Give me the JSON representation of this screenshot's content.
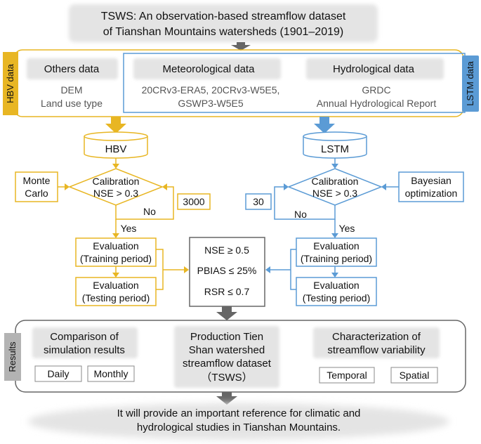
{
  "title": {
    "line1": "TSWS: An observation-based streamflow dataset",
    "line2": "of Tianshan Mountains watersheds (1901–2019)"
  },
  "side_labels": {
    "hbv_data": "HBV data",
    "lstm_data": "LSTM data",
    "results": "Results"
  },
  "data_sources": {
    "others": {
      "heading": "Others data",
      "line1": "DEM",
      "line2": "Land use type"
    },
    "meteorological": {
      "heading": "Meteorological data",
      "line1": "20CRv3-ERA5, 20CRv3-W5E5,",
      "line2": "GSWP3-W5E5"
    },
    "hydrological": {
      "heading": "Hydrological data",
      "line1": "GRDC",
      "line2": "Annual Hydrological Report"
    }
  },
  "hbv": {
    "model": "HBV",
    "calibration_line1": "Calibration",
    "calibration_line2": "NSE > 0.3",
    "method_line1": "Monte",
    "method_line2": "Carlo",
    "iterations": "3000",
    "no_label": "No",
    "yes_label": "Yes",
    "eval_training_line1": "Evaluation",
    "eval_training_line2": "(Training period)",
    "eval_testing_line1": "Evaluation",
    "eval_testing_line2": "(Testing period)"
  },
  "lstm": {
    "model": "LSTM",
    "calibration_line1": "Calibration",
    "calibration_line2": "NSE > 0.3",
    "method_line1": "Bayesian",
    "method_line2": "optimization",
    "iterations": "30",
    "no_label": "No",
    "yes_label": "Yes",
    "eval_training_line1": "Evaluation",
    "eval_training_line2": "(Training period)",
    "eval_testing_line1": "Evaluation",
    "eval_testing_line2": "(Testing period)"
  },
  "criteria": {
    "nse": "NSE ≥ 0.5",
    "pbias": "PBIAS ≤ 25%",
    "rsr": "RSR ≤ 0.7"
  },
  "results": {
    "comparison_line1": "Comparison of",
    "comparison_line2": "simulation results",
    "daily": "Daily",
    "monthly": "Monthly",
    "production_line1": "Production Tien",
    "production_line2": "Shan watershed",
    "production_line3": "streamflow dataset",
    "production_line4": "（TSWS）",
    "characterization_line1": "Characterization of",
    "characterization_line2": "streamflow variability",
    "temporal": "Temporal",
    "spatial": "Spatial"
  },
  "conclusion": {
    "line1": "It will provide an important reference for climatic and",
    "line2": "hydrological studies in Tianshan Mountains."
  },
  "colors": {
    "hbv": "#E8B623",
    "lstm": "#5B9BD5",
    "gray_fill": "#E4E4E4",
    "dark_gray": "#666666",
    "text": "#111111"
  }
}
